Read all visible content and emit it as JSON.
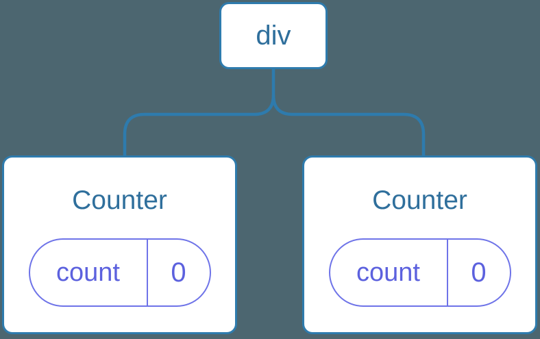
{
  "diagram": {
    "root": {
      "label": "div"
    },
    "children": [
      {
        "name": "Counter",
        "state": {
          "key": "count",
          "value": "0"
        }
      },
      {
        "name": "Counter",
        "state": {
          "key": "count",
          "value": "0"
        }
      }
    ],
    "colors": {
      "background": "#4C6670",
      "node_fill": "#FFFFFF",
      "node_border": "#2E7BAD",
      "node_text": "#2F6F9C",
      "connector_line": "#2E7BAD",
      "state_pill_border": "#6E73E8",
      "state_pill_text": "#5C61DE"
    }
  }
}
